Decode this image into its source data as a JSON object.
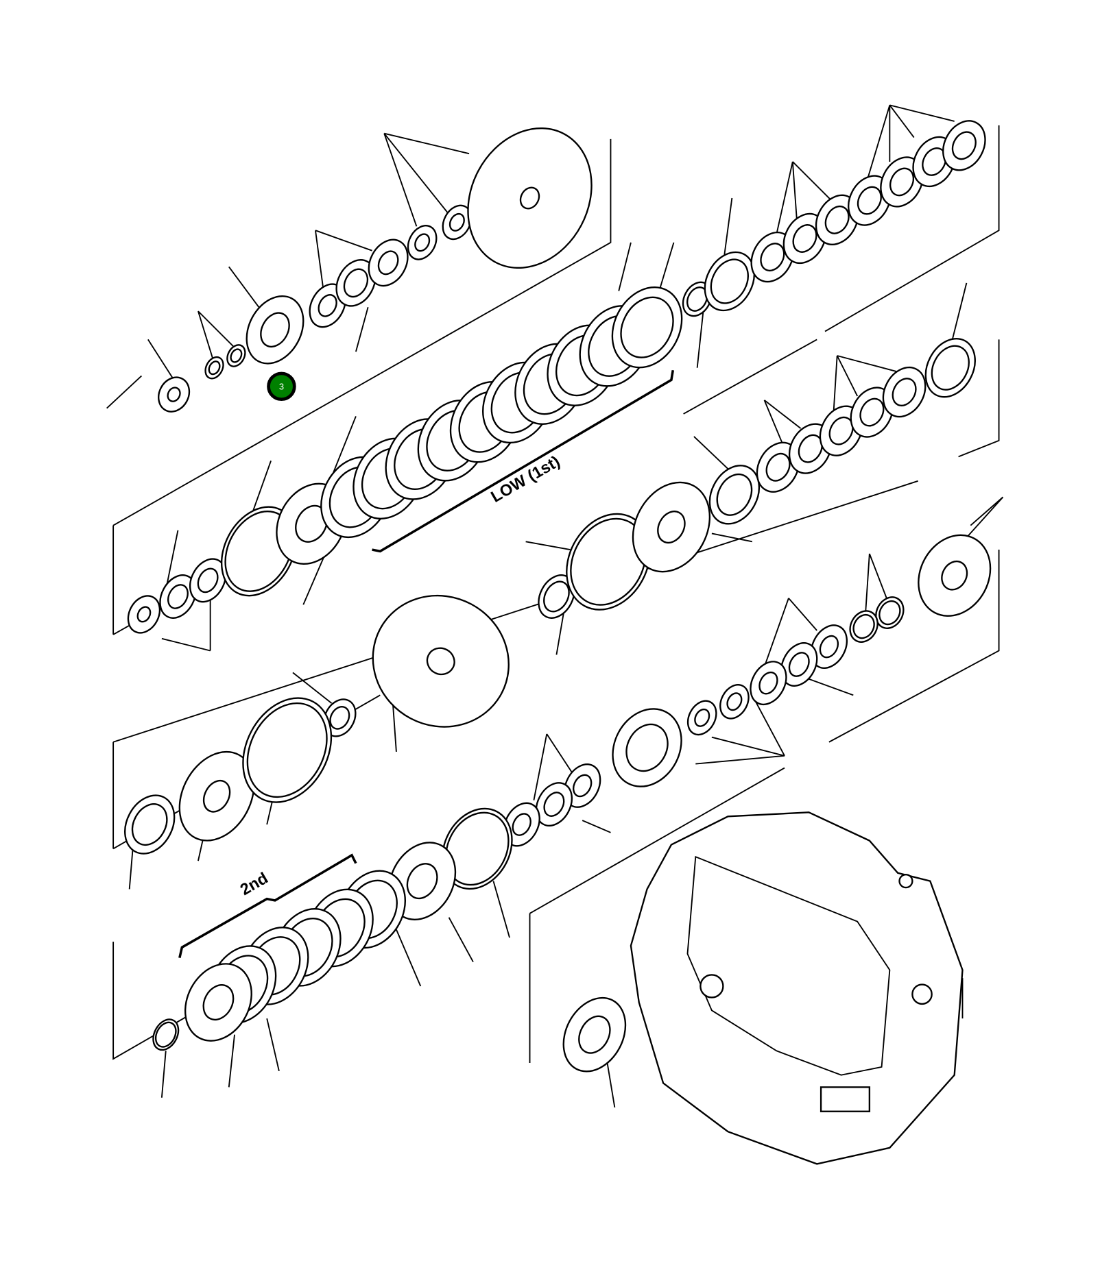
{
  "diagram": {
    "type": "exploded parts diagram",
    "labels": {
      "low_group": "LOW (1st)",
      "second_group": "2nd"
    },
    "callout": {
      "number": "3",
      "color": "#008000"
    },
    "line_color": "#000000",
    "background": "#ffffff"
  }
}
